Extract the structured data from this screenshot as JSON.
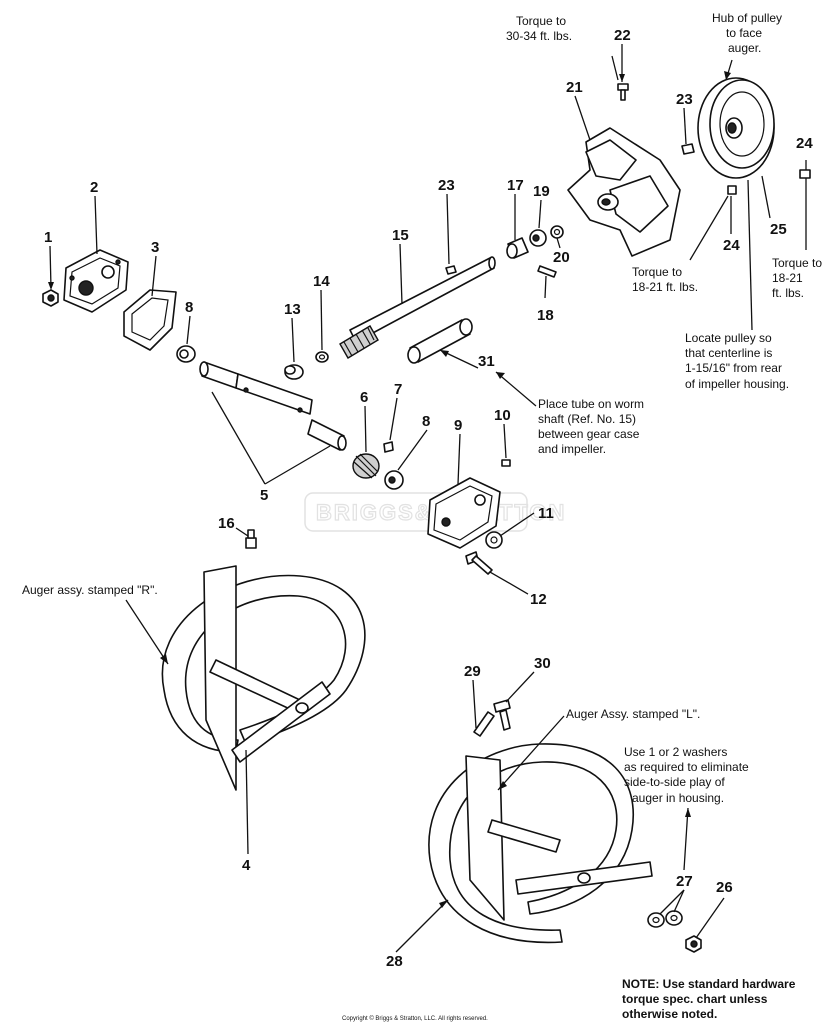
{
  "callouts": {
    "n1": "1",
    "n2": "2",
    "n3": "3",
    "n4": "4",
    "n5": "5",
    "n6": "6",
    "n7": "7",
    "n8a": "8",
    "n8b": "8",
    "n9": "9",
    "n10": "10",
    "n11": "11",
    "n12": "12",
    "n13": "13",
    "n14": "14",
    "n15": "15",
    "n16": "16",
    "n17": "17",
    "n18": "18",
    "n19": "19",
    "n20": "20",
    "n21": "21",
    "n22": "22",
    "n23a": "23",
    "n23b": "23",
    "n24a": "24",
    "n24b": "24",
    "n25": "25",
    "n26": "26",
    "n27": "27",
    "n28": "28",
    "n29": "29",
    "n30": "30",
    "n31": "31"
  },
  "notes": {
    "torque_22": [
      "Torque to",
      "30-34 ft. lbs."
    ],
    "hub_pulley": [
      "Hub of pulley",
      "to face",
      "auger."
    ],
    "torque_24_left": [
      "Torque to",
      "18-21 ft. lbs."
    ],
    "torque_24_right": [
      "Torque to",
      "18-21",
      "ft. lbs."
    ],
    "locate_pulley": [
      "Locate pulley so",
      "that centerline is",
      "1-15/16\" from rear",
      "of impeller housing."
    ],
    "place_tube": [
      "Place tube on worm",
      "shaft (Ref. No. 15)",
      "between gear case",
      "and impeller."
    ],
    "auger_r": "Auger assy. stamped \"R\".",
    "auger_l": "Auger Assy. stamped \"L\".",
    "washers": [
      "Use 1 or 2 washers",
      "as required to eliminate",
      "side-to-side play of",
      "auger in housing."
    ],
    "footnote": [
      "NOTE: Use standard hardware",
      "torque spec. chart unless",
      "otherwise noted."
    ]
  },
  "watermark": "BRIGGS&STRATTON",
  "copyright": "Copyright © Briggs & Stratton, LLC. All rights reserved."
}
